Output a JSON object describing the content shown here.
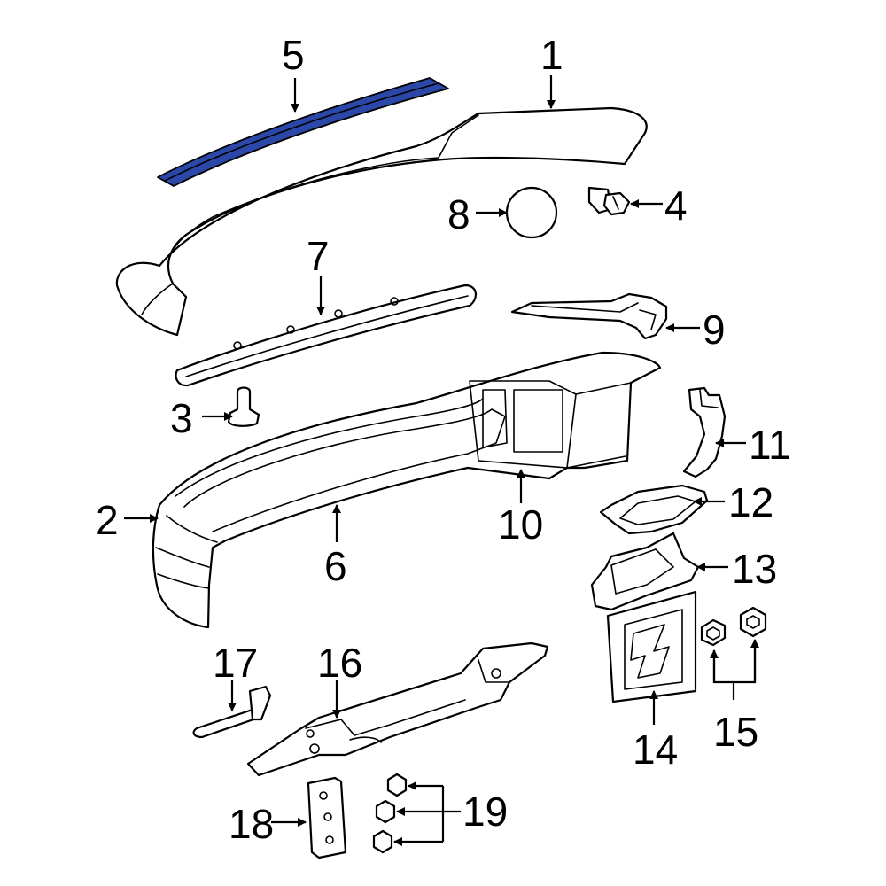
{
  "diagram": {
    "highlight_color": "#2b47a8",
    "callouts": {
      "c1": "1",
      "c2": "2",
      "c3": "3",
      "c4": "4",
      "c5": "5",
      "c6": "6",
      "c7": "7",
      "c8": "8",
      "c9": "9",
      "c10": "10",
      "c11": "11",
      "c12": "12",
      "c13": "13",
      "c14": "14",
      "c15": "15",
      "c16": "16",
      "c17": "17",
      "c18": "18",
      "c19": "19"
    }
  }
}
